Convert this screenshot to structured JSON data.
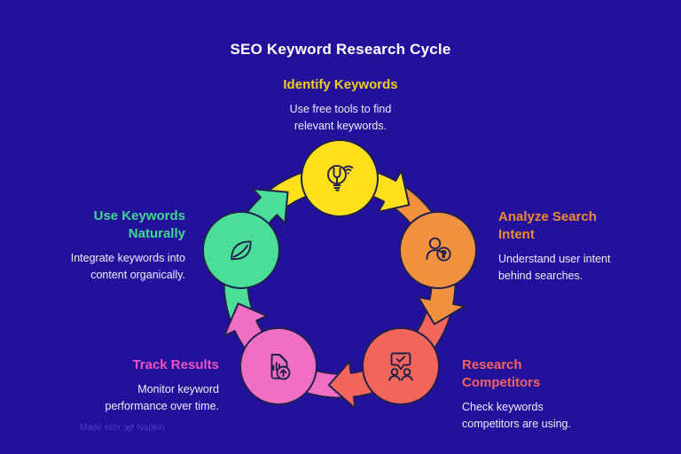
{
  "title": "SEO Keyword Research Cycle",
  "background": "#23119C",
  "outline_color": "#20204E",
  "text_color": "#EFEDFA",
  "steps": [
    {
      "label": "Identify Keywords",
      "heading_color": "#F2CE1B",
      "fill": "#FFE01A",
      "desc": "Use free tools to find\nrelevant keywords.",
      "icon": "lightbulb-signal-icon"
    },
    {
      "label": "Analyze Search\nIntent",
      "heading_color": "#F08A2E",
      "fill": "#F0913F",
      "desc": "Understand user intent\nbehind searches.",
      "icon": "user-question-icon"
    },
    {
      "label": "Research\nCompetitors",
      "heading_color": "#F4635C",
      "fill": "#F4655C",
      "desc": "Check keywords\ncompetitors are using.",
      "icon": "chat-check-people-icon"
    },
    {
      "label": "Track Results",
      "heading_color": "#F052BE",
      "fill": "#F06FC5",
      "desc": "Monitor keyword\nperformance over time.",
      "icon": "report-upload-icon"
    },
    {
      "label": "Use Keywords\nNaturally",
      "heading_color": "#3FD88F",
      "fill": "#4BDE98",
      "desc": "Integrate keywords into\ncontent organically.",
      "icon": "leaf-icon"
    }
  ],
  "icon_glyphs": {
    "question_mark": "?"
  },
  "footer": {
    "made_with": "Made with",
    "brand": "Napkin"
  }
}
